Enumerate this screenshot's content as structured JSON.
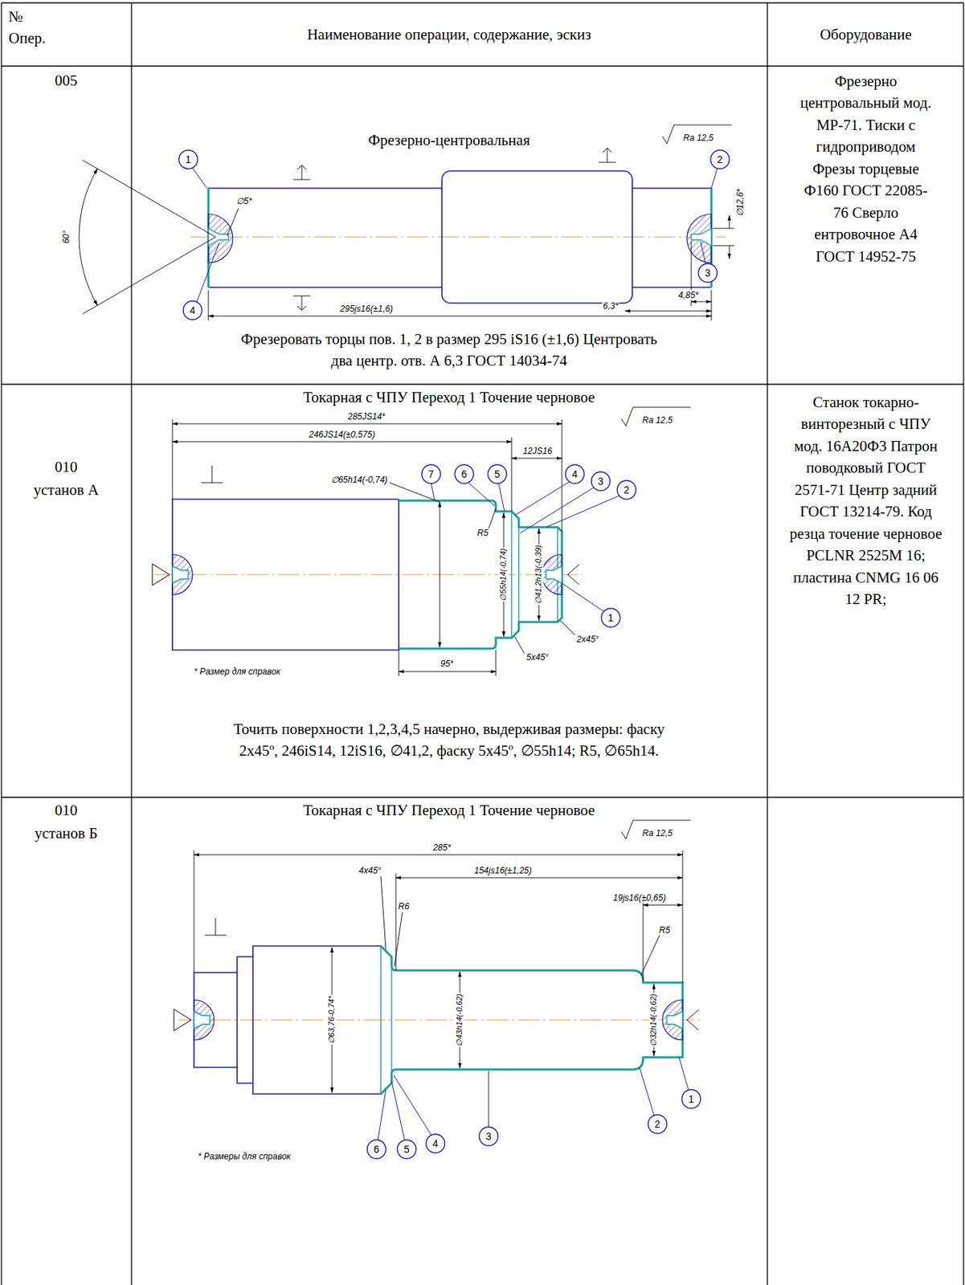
{
  "diagram": {
    "labels": [
      "№ Опер.",
      "Наименование операции, содержание, эскиз",
      "Оборудование",
      "005",
      "Фрезерно-центровальная",
      "Ra 12,5",
      "1",
      "2",
      "60°",
      "∅5*",
      "∅12,6*",
      "3",
      "4",
      "295js16(±1,6)",
      "6,3*",
      "4,85*",
      "Фрезеровать торцы пов. 1, 2 в размер 295 iS16 (±1,6) Центровать два центр. отв. А 6,3 ГОСТ 14034-74",
      "Фрезерно центровальный мод. МР-71. Тиски с гидроприводом Фрезы торцевые Ф160 ГОСТ 22085-76 Сверло ентровочное А4 ГОСТ 14952-75",
      "010",
      "установ А",
      "Токарная с ЧПУ Переход 1 Точение черновое",
      "285JS14*",
      "246JS14(±0,575)",
      "12JS16",
      "Ra 12,5",
      "7",
      "6",
      "5",
      "4",
      "3",
      "2",
      "1",
      "∅65h14(-0,74)",
      "R5",
      "∅55h14(-0,74)",
      "∅41,2h13(-0,39)",
      "2x45°",
      "* Размер для справок",
      "5x45°",
      "95*",
      "Точить поверхности 1,2,3,4,5 начерно, выдерживая размеры: фаску 2x45º, 246iS14, 12iS16, ∅41,2, фаску 5x45º, ∅55h14; R5, ∅65h14.",
      "Станок токарно-винторезный с ЧПУ мод. 16А20Ф3 Патрон поводковый ГОСТ 2571-71 Центр задний ГОСТ 13214-79. Код резца точение черновое PCLNR 2525M 16; пластина CNMG 16 06 12 PR;",
      "010",
      "установ Б",
      "Токарная с ЧПУ Переход 1 Точение черновое",
      "Ra 12,5",
      "285*",
      "4x45°",
      "154js16(±1,25)",
      "R6",
      "19js16(±0,65)",
      "R5",
      "∅63,76-0,74*",
      "∅43h14(-0,62)",
      "∅32h14(-0,62)",
      "1",
      "2",
      "* Размеры для справок",
      "6",
      "5",
      "4",
      "3"
    ]
  }
}
